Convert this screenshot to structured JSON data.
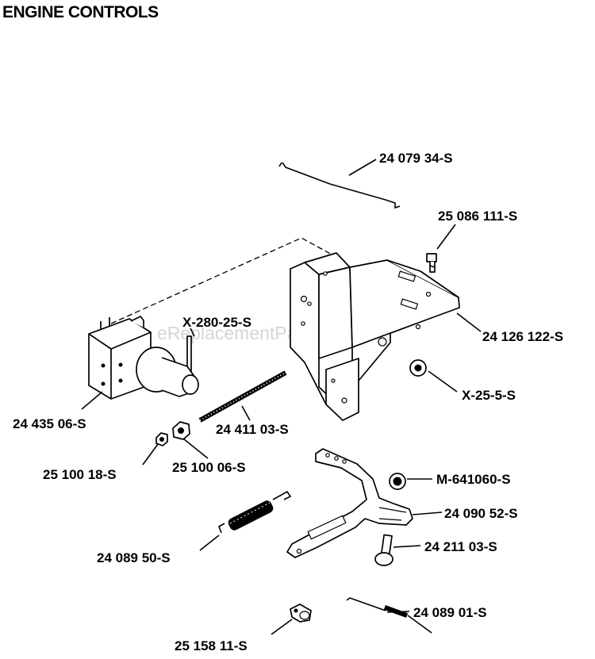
{
  "title": "ENGINE CONTROLS",
  "watermark": "eReplacementParts.com",
  "parts": [
    {
      "id": "cable",
      "number": "24 079 34-S"
    },
    {
      "id": "screw-top",
      "number": "25 086 111-S"
    },
    {
      "id": "bracket",
      "number": "24 126 122-S"
    },
    {
      "id": "pin",
      "number": "X-280-25-S"
    },
    {
      "id": "washer",
      "number": "X-25-5-S"
    },
    {
      "id": "solenoid",
      "number": "24 435 06-S"
    },
    {
      "id": "threaded-rod",
      "number": "24 411 03-S"
    },
    {
      "id": "nut-small",
      "number": "25 100 18-S"
    },
    {
      "id": "nut-large",
      "number": "25 100 06-S"
    },
    {
      "id": "locknut",
      "number": "M-641060-S"
    },
    {
      "id": "lever",
      "number": "24 090 52-S"
    },
    {
      "id": "spring",
      "number": "24 089 50-S"
    },
    {
      "id": "bolt",
      "number": "24 211 03-S"
    },
    {
      "id": "spring-wire",
      "number": "24 089 01-S"
    },
    {
      "id": "clamp",
      "number": "25 158 11-S"
    }
  ]
}
